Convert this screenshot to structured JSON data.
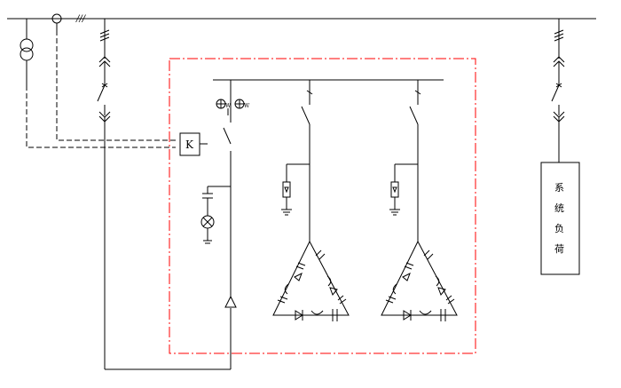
{
  "relay_label": "K",
  "load_label": [
    "系",
    "统",
    "负",
    "荷"
  ],
  "reactor_symbol": "W",
  "bus_triple_mark": "///",
  "colors": {
    "line": "#000000",
    "boundary": "#ff0000",
    "background": "#ffffff"
  },
  "icons": [
    "current-transformer-icon",
    "voltage-transformer-icon",
    "breaker-icon",
    "disconnector-icon",
    "fuse-icon",
    "capacitor-icon",
    "thyristor-icon",
    "reactor-icon",
    "indicator-lamp-icon",
    "ground-icon",
    "surge-arrester-icon"
  ]
}
